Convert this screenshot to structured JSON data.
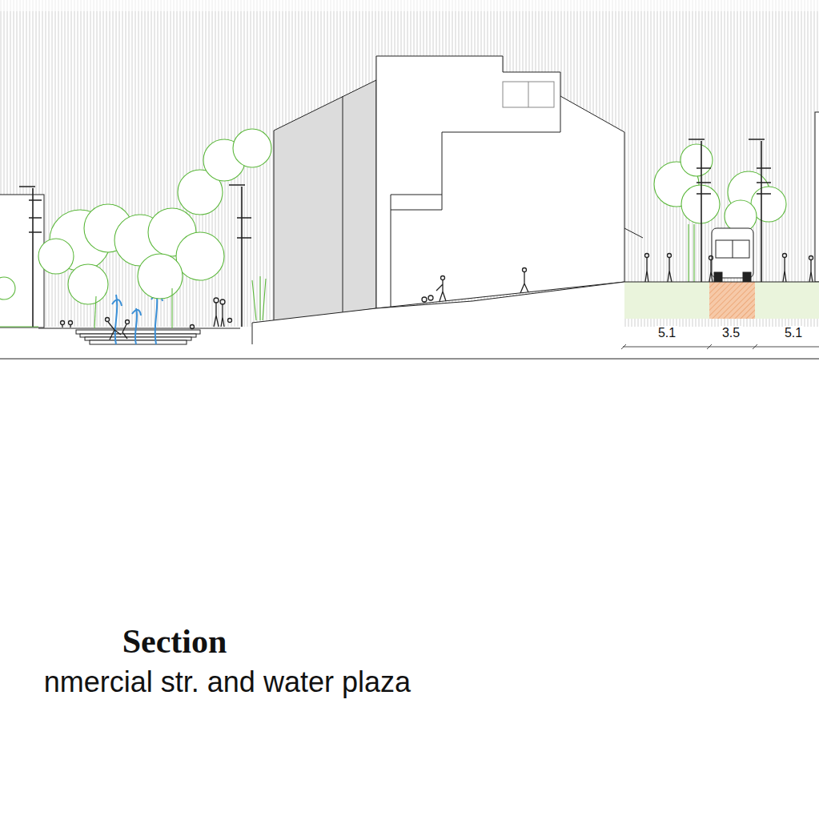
{
  "diagram": {
    "title": "Section",
    "caption": "nmercial str. and water plaza",
    "labels": [
      "5.1",
      "3.5",
      "5.1"
    ]
  }
}
